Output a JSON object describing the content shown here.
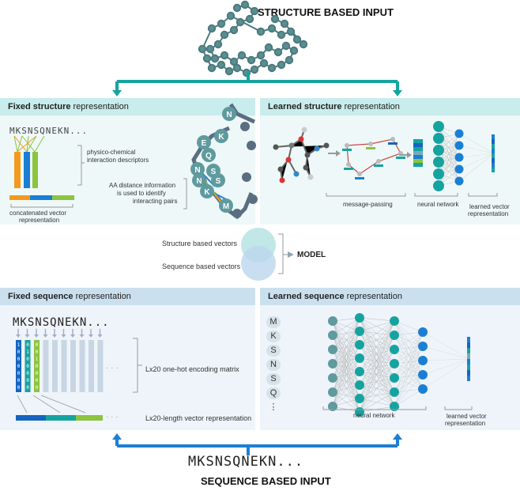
{
  "top": {
    "title": "STRUCTURE BASED INPUT"
  },
  "bottom": {
    "title": "SEQUENCE BASED INPUT",
    "sequence": "MKSNSQNEKN..."
  },
  "panels": {
    "fixed_structure": {
      "title_bold": "Fixed structure",
      "title_rest": " representation",
      "sequence": "MKSNSQNEKN...",
      "desc1a": "physico-chemical",
      "desc1b": "interaction descriptors",
      "desc2a": "AA distance information",
      "desc2b": "is used to identify",
      "desc2c": "interacting pairs",
      "concat_a": "concatenated vector",
      "concat_b": "representation",
      "residues": [
        "N",
        "K",
        "E",
        "Q",
        "N",
        "S",
        "N",
        "S",
        "K",
        "M"
      ]
    },
    "learned_structure": {
      "title_bold": "Learned structure",
      "title_rest": " representation",
      "mp": "message-passing",
      "nn": "neural network",
      "lv_a": "learned vector",
      "lv_b": "representation"
    },
    "fixed_sequence": {
      "title_bold": "Fixed sequence",
      "title_rest": " representation",
      "sequence": "MKSNSQNEKN...",
      "onehot": "Lx20 one-hot encoding matrix",
      "vec": "Lx20-length vector representation",
      "dots1": "· · ·",
      "dots2": "· · ·"
    },
    "learned_sequence": {
      "title_bold": "Learned sequence",
      "title_rest": " representation",
      "letters": [
        "M",
        "K",
        "S",
        "N",
        "S",
        "Q",
        "⋮"
      ],
      "nn": "neural network",
      "lv_a": "learned vector",
      "lv_b": "representation"
    }
  },
  "model": {
    "struct_vec": "Structure based vectors",
    "seq_vec": "Sequence based vectors",
    "label": "MODEL"
  },
  "colors": {
    "teal": "#16a3a0",
    "blue": "#1a7fd4",
    "orange": "#f39a1e",
    "green": "#8cc43f",
    "darkblue": "#1565c0",
    "tealpanel": "#eef8f8",
    "bluepanel": "#eef4fa"
  }
}
